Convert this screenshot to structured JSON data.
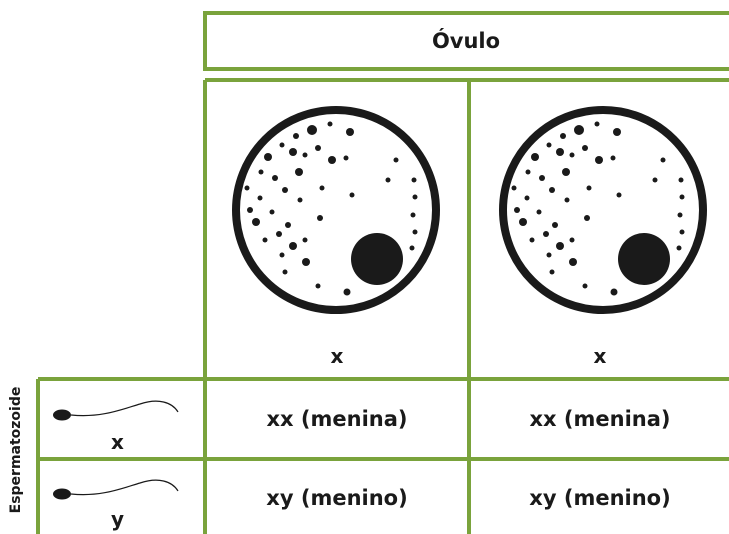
{
  "header": {
    "title": "Óvulo"
  },
  "eggs": [
    {
      "label": "x"
    },
    {
      "label": "x"
    }
  ],
  "side": {
    "title": "Espermatozoide"
  },
  "rows": [
    {
      "sperm_label": "x",
      "cells": [
        "xx (menina)",
        "xx (menina)"
      ]
    },
    {
      "sperm_label": "y",
      "cells": [
        "xy (menino)",
        "xy (menino)"
      ]
    }
  ],
  "colors": {
    "grid": "#7aa33c",
    "ink": "#1a1a1a"
  }
}
